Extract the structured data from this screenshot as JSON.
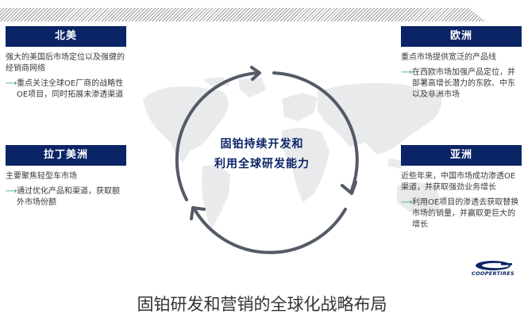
{
  "colors": {
    "header_bg": "#0b2466",
    "header_text": "#ffffff",
    "arrow_green": "#2e9e6a",
    "cycle_stroke": "#545b66",
    "center_text": "#0b2466",
    "map_fill": "#e9eaec"
  },
  "regions": {
    "north_america": {
      "title": "北美",
      "description": "强大的美国后市场定位以及强健的经销商网络",
      "bullet_icon": "right-arrow-icon",
      "bullet": "重点关注全球OE厂商的战略性OE项目，同时拓展未渗透渠道"
    },
    "latin_america": {
      "title": "拉丁美洲",
      "description": "主要聚焦轻型车市场",
      "bullet_icon": "right-arrow-icon",
      "bullet": "通过优化产品和渠道，获取额外市场份额"
    },
    "europe": {
      "title": "欧洲",
      "description": "重点市场提供宽泛的产品线",
      "bullet_icon": "right-arrow-icon",
      "bullet": "在西欧市场加强产品定位，并部署高增长潜力的东欧、中东以及非洲市场"
    },
    "asia": {
      "title": "亚洲",
      "description": "近些年来，中国市场成功渗透OE渠道，并获取强劲业务增长",
      "bullet_icon": "right-arrow-icon",
      "bullet": "利用OE项目的渗透去获取替换市场的销量，并赢取更巨大的增长"
    }
  },
  "center": {
    "line1": "固铂持续开发和",
    "line2": "利用全球研发能力"
  },
  "logo": {
    "text": "COOPERTIRES"
  },
  "footer": {
    "title": "固铂研发和营销的全球化战略布局"
  },
  "arrow_glyph": "⟶"
}
